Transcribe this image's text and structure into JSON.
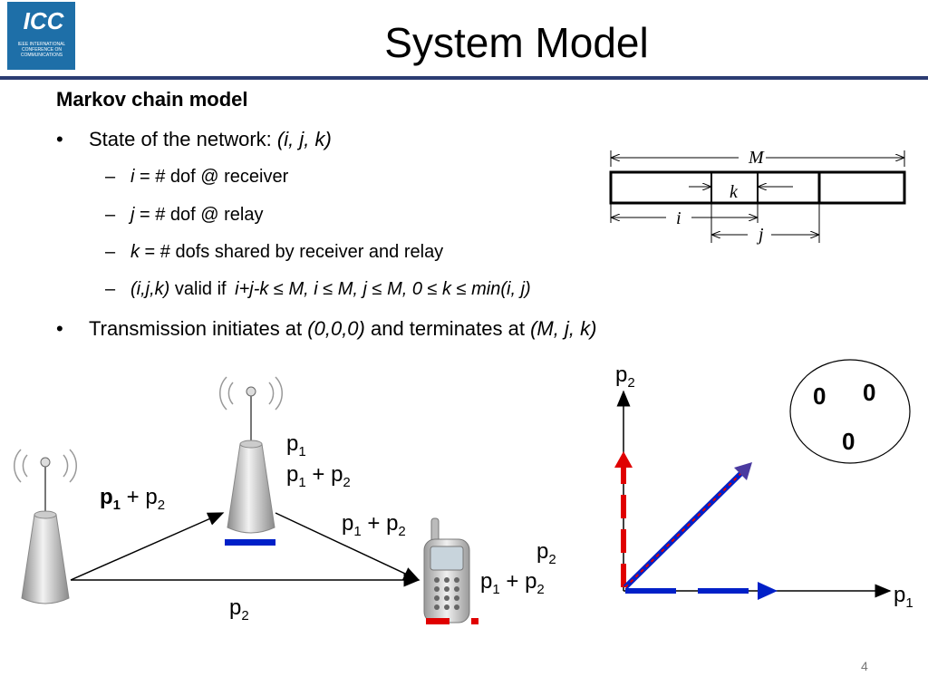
{
  "logo": {
    "letters": "ICC",
    "small_text": "IEEE INTERNATIONAL CONFERENCE ON COMMUNICATIONS"
  },
  "title": "System Model",
  "section_heading": "Markov chain model",
  "bullets": [
    {
      "prefix": "State of the network: ",
      "math": "(i, j, k)"
    },
    {
      "prefix": "Transmission initiates at ",
      "math1": "(0,0,0)",
      "middle": " and terminates at ",
      "math2": "(M, j, k)"
    }
  ],
  "sub_bullets": [
    {
      "var": "i",
      "text": " = # dof @ receiver"
    },
    {
      "var": "j",
      "text": " = # dof @ relay"
    },
    {
      "var": "k",
      "text": " = # dofs shared by receiver and relay"
    },
    {
      "var": "(i,j,k)",
      "text": " valid if ",
      "condition": "i+j-k ≤ M, i ≤ M, j ≤ M, 0 ≤ k ≤ min(i, j)"
    }
  ],
  "buffer_diagram": {
    "label_M": "M",
    "label_k": "k",
    "label_i": "i",
    "label_j": "j"
  },
  "network": {
    "source_label_base": "p",
    "relay_top_label": {
      "base": "p",
      "sub": "1"
    },
    "relay_sum_label": {
      "base1": "p",
      "sub1": "1",
      "op": " + ",
      "base2": "p",
      "sub2": "2"
    },
    "source_to_relay": {
      "base1": "p",
      "sub1": "1",
      "op": " + ",
      "base2": "p",
      "sub2": "2"
    },
    "relay_to_dest": {
      "base1": "p",
      "sub1": "1",
      "op": " + ",
      "base2": "p",
      "sub2": "2"
    },
    "source_to_dest": {
      "base": "p",
      "sub": "2"
    },
    "dest_top_label": {
      "base": "p",
      "sub": "2"
    },
    "dest_sum_label": {
      "base1": "p",
      "sub1": "1",
      "op": " + ",
      "base2": "p",
      "sub2": "2"
    }
  },
  "axes": {
    "y_label": {
      "base": "p",
      "sub": "2"
    },
    "x_label": {
      "base": "p",
      "sub": "1"
    }
  },
  "state_circle": {
    "top_left": "0",
    "top_right": "0",
    "bottom": "0"
  },
  "colors": {
    "blue": "#0020c8",
    "red": "#e00000",
    "title_rule": "#2c3c73",
    "logo_bg": "#1e6fa8"
  },
  "page_number": "4"
}
